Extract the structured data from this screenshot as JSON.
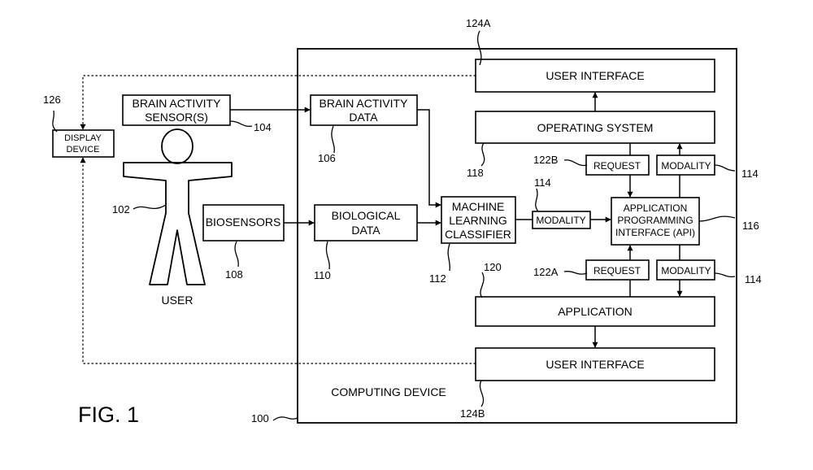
{
  "figure_label": "FIG. 1",
  "computing_device": {
    "label": "COMPUTING DEVICE",
    "ref": "100"
  },
  "user": {
    "label": "USER",
    "ref": "102"
  },
  "brain_activity_sensors": {
    "line1": "BRAIN ACTIVITY",
    "line2": "SENSOR(S)",
    "ref": "104"
  },
  "brain_activity_data": {
    "line1": "BRAIN ACTIVITY",
    "line2": "DATA",
    "ref": "106"
  },
  "biosensors": {
    "label": "BIOSENSORS",
    "ref": "108"
  },
  "biological_data": {
    "line1": "BIOLOGICAL",
    "line2": "DATA",
    "ref": "110"
  },
  "machine_learning_classifier": {
    "line1": "MACHINE",
    "line2": "LEARNING",
    "line3": "CLASSIFIER",
    "ref": "112"
  },
  "modality_labels": {
    "label": "MODALITY",
    "ref": "114"
  },
  "api": {
    "line1": "APPLICATION",
    "line2": "PROGRAMMING",
    "line3": "INTERFACE (API)",
    "ref": "116"
  },
  "operating_system": {
    "label": "OPERATING SYSTEM",
    "ref": "118"
  },
  "application": {
    "label": "APPLICATION",
    "ref": "120"
  },
  "request_top": {
    "label": "REQUEST",
    "ref": "122B"
  },
  "request_bottom": {
    "label": "REQUEST",
    "ref": "122A"
  },
  "ui_top": {
    "label": "USER INTERFACE",
    "ref": "124A"
  },
  "ui_bottom": {
    "label": "USER INTERFACE",
    "ref": "124B"
  },
  "display_device": {
    "line1": "DISPLAY",
    "line2": "DEVICE",
    "ref": "126"
  }
}
